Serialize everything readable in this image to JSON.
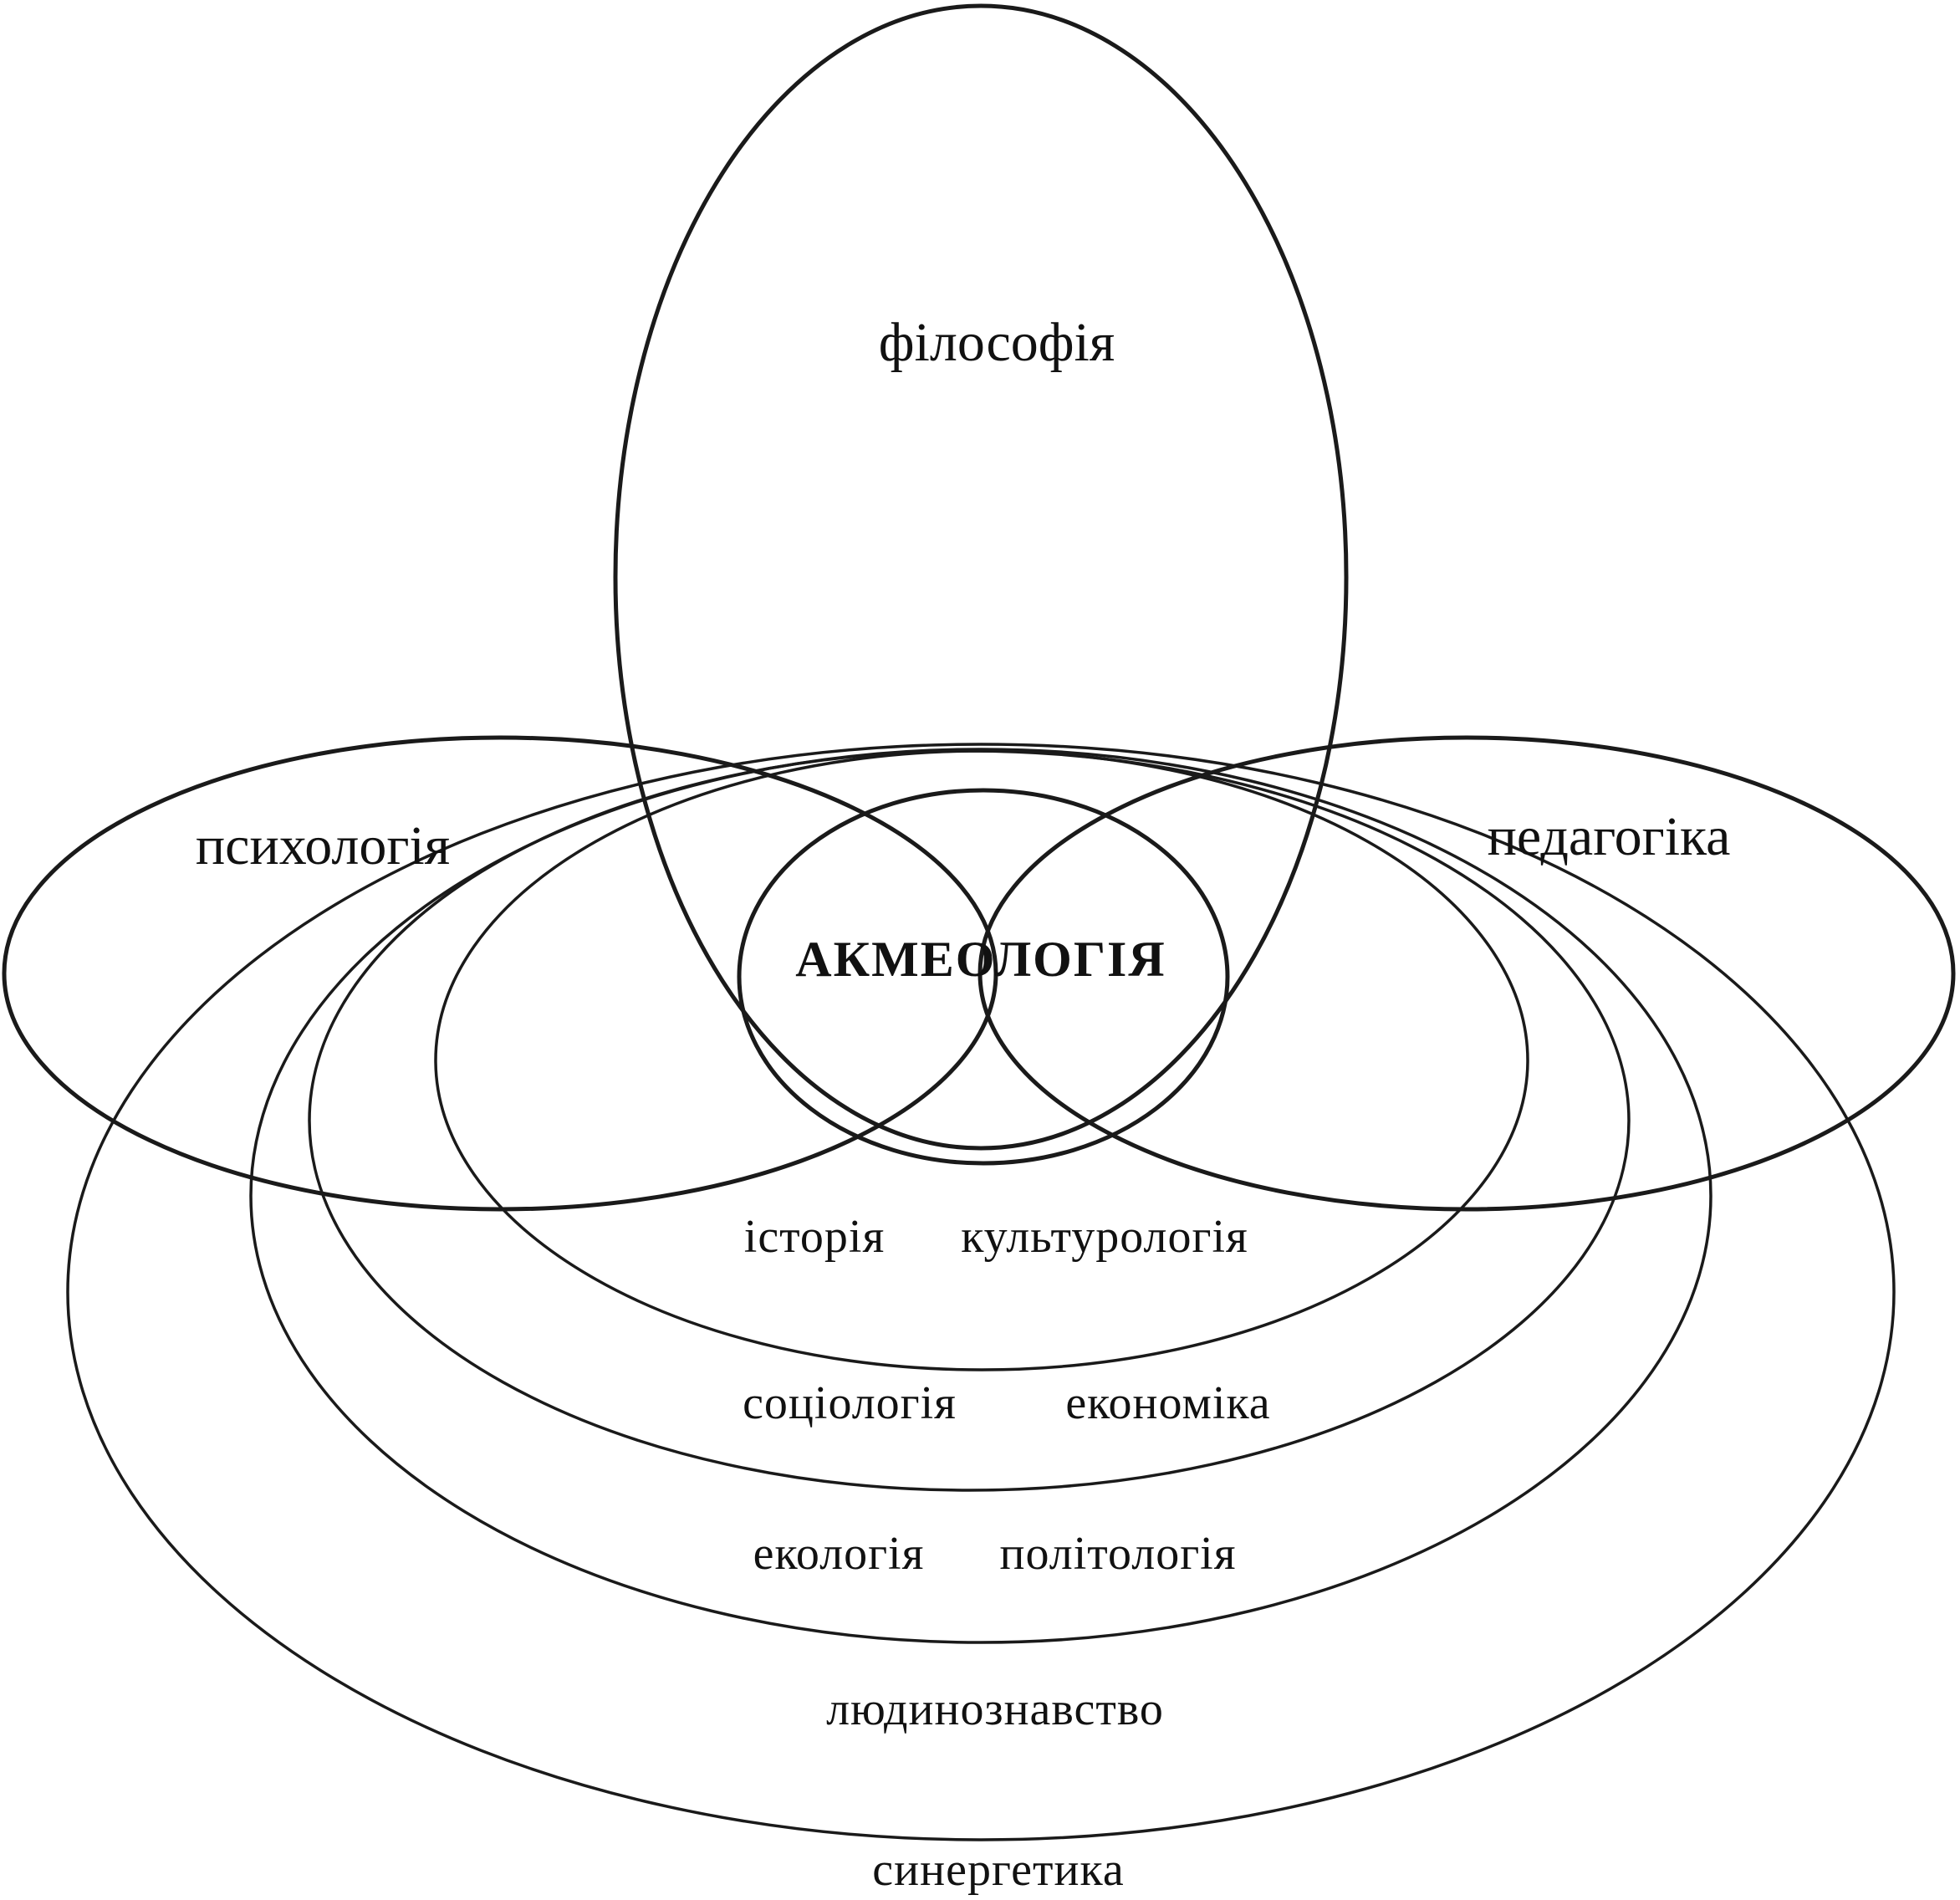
{
  "diagram": {
    "colors": {
      "stroke": "#1a1a1a",
      "text": "#111111",
      "background": "#ffffff"
    },
    "labels": {
      "philosophy": "філософія",
      "psychology": "психологія",
      "pedagogy": "педагогіка",
      "core": "АКМЕОЛОГІЯ",
      "history": "історія",
      "culturology": "культурологія",
      "sociology": "соціологія",
      "economics": "економіка",
      "ecology": "екологія",
      "politology": "політологія",
      "human_studies": "людинознавство",
      "synergetics": "синергетика"
    }
  }
}
